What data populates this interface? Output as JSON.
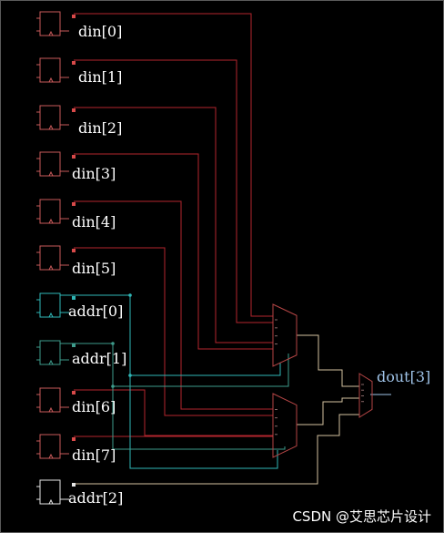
{
  "labels": {
    "din0": "din[0]",
    "din1": "din[1]",
    "din2": "din[2]",
    "din3": "din[3]",
    "din4": "din[4]",
    "din5": "din[5]",
    "addr0": "addr[0]",
    "addr1": "addr[1]",
    "din6": "din[6]",
    "din7": "din[7]",
    "addr2": "addr[2]",
    "dout": "dout[3]"
  },
  "watermark": "CSDN @艾思芯片设计",
  "colors": {
    "data_wire": "#b3262e",
    "addr0_wire": "#2fb7b7",
    "addr1_wire": "#3e9c8c",
    "addr2_wire": "#d4c2a0",
    "cell_outline": "#c85a5a",
    "mux_outline": "#b34545",
    "output_wire": "#9fc3e8",
    "background": "#000000"
  }
}
